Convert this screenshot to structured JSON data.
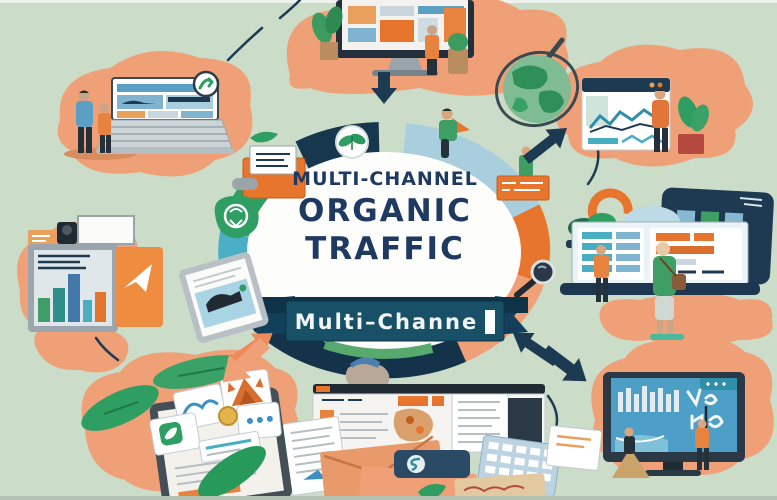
{
  "title": {
    "line1": "MULTI-CHANNEL",
    "line2": "ORGANIC",
    "line3": "TRAFFIC"
  },
  "banner": {
    "text": "Multi–Channe",
    "cursor": "block"
  },
  "colors": {
    "background": "#cbdcc8",
    "blob_salmon": "#efa077",
    "accent_orange": "#e8752d",
    "ring_navy": "#16374e",
    "ring_light_blue": "#a9cede",
    "ring_teal": "#4aafc6",
    "ring_green": "#2f9e63",
    "ring_salmon": "#f0a077",
    "banner_navy": "#175067",
    "title_navy": "#1e3a60",
    "screen_blue": "#4d9fc7",
    "leaf_green": "#2f9e63",
    "white": "#fdfdfb"
  },
  "icons": [
    "leaf-badge-icon",
    "question-arrow-badge-icon",
    "globe-magnifier-icon",
    "magnifier-icon",
    "rocket-folder-icon",
    "recycle-leaf-icon",
    "paper-plane-icon"
  ],
  "scenes": [
    {
      "id": "top-left",
      "label": "laptop-with-two-people"
    },
    {
      "id": "top-center",
      "label": "desktop-monitor-workspace"
    },
    {
      "id": "top-right",
      "label": "analytics-browser-window"
    },
    {
      "id": "globe",
      "label": "globe-under-magnifier"
    },
    {
      "id": "right-middle",
      "label": "dashboard-laptop-and-tablet"
    },
    {
      "id": "bottom-right",
      "label": "blue-screen-monitor-with-climbers"
    },
    {
      "id": "bottom-center",
      "label": "laptop-with-documents-and-envelopes"
    },
    {
      "id": "bottom-left",
      "label": "tablet-with-social-cards-and-leaves"
    },
    {
      "id": "left-middle",
      "label": "bar-chart-monitor-with-rocket-folder"
    }
  ]
}
